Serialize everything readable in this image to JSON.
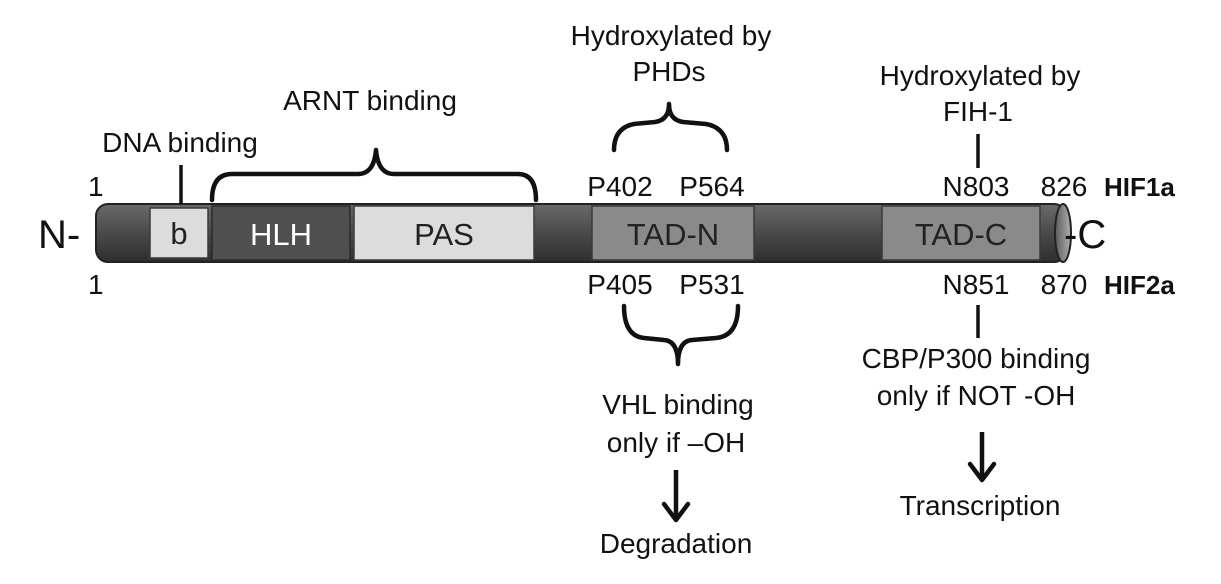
{
  "protein": {
    "n_terminus": "N-",
    "c_terminus": "-C",
    "domains": {
      "b": "b",
      "hlh": "HLH",
      "pas": "PAS",
      "tad_n": "TAD-N",
      "tad_c": "TAD-C"
    },
    "colors": {
      "backbone": "#4a4a4a",
      "domain_light": "#dcdcdc",
      "domain_dark": "#4f4f4f",
      "domain_mid": "#8a8a8a"
    }
  },
  "hif1a": {
    "name": "HIF1a",
    "start": "1",
    "end": "826",
    "p1": "P402",
    "p2": "P564",
    "n": "N803"
  },
  "hif2a": {
    "name": "HIF2a",
    "start": "1",
    "end": "870",
    "p1": "P405",
    "p2": "P531",
    "n": "N851"
  },
  "annotations": {
    "dna_binding": "DNA binding",
    "arnt_binding": "ARNT binding",
    "phd_line1": "Hydroxylated by",
    "phd_line2": "PHDs",
    "fih_line1": "Hydroxylated by",
    "fih_line2": "FIH-1",
    "vhl_line1": "VHL binding",
    "vhl_line2": "only if –OH",
    "degradation": "Degradation",
    "cbp_line1": "CBP/P300 binding",
    "cbp_line2": "only if NOT -OH",
    "transcription": "Transcription"
  }
}
